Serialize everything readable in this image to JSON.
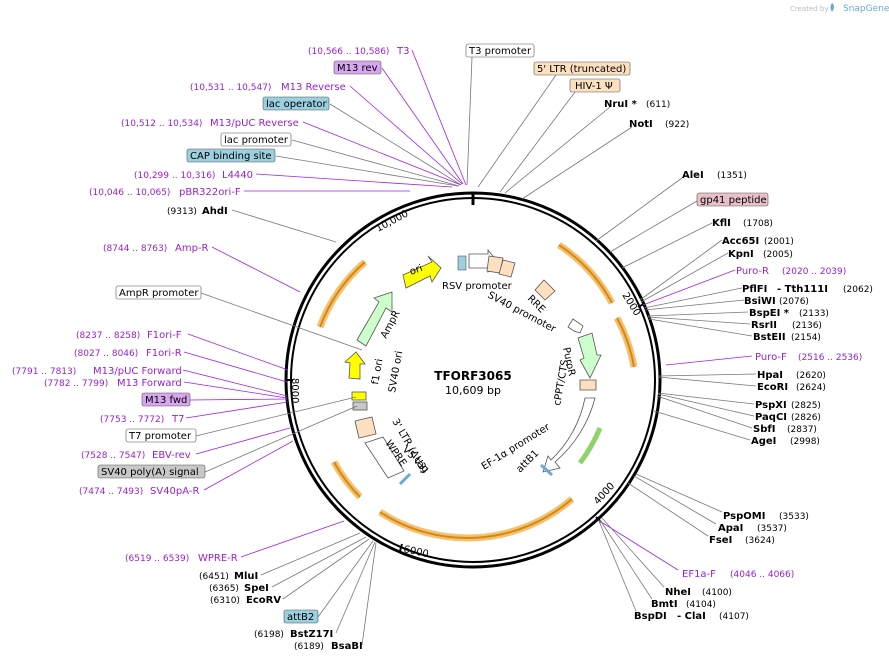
{
  "brand": {
    "created_by": "Created by",
    "app": "SnapGene"
  },
  "plasmid": {
    "name": "TFORF3065",
    "length": "10,609 bp"
  },
  "ticks": [
    "10,000",
    "2000",
    "4000",
    "6000",
    "8000"
  ],
  "inner_features": [
    "ori",
    "AmpR",
    "f1 ori",
    "SV40 ori",
    "RSV promoter",
    "SV40 promoter",
    "RRE",
    "PuroR",
    "cPPT/CTS",
    "EF-1α promoter",
    "attB1",
    "V5 tag",
    "WPRE",
    "3' LTR (ΔU3)"
  ],
  "left_labels": [
    {
      "coord": "(10,566 .. 10,586)",
      "name": "T3"
    },
    {
      "box": "M13 rev"
    },
    {
      "coord": "(10,531 .. 10,547)",
      "name": "M13 Reverse"
    },
    {
      "box": "lac operator"
    },
    {
      "coord": "(10,512 .. 10,534)",
      "name": "M13/pUC Reverse"
    },
    {
      "box": "lac promoter"
    },
    {
      "box": "CAP binding site"
    },
    {
      "coord": "(10,299 .. 10,316)",
      "name": "L4440"
    },
    {
      "coord": "(10,046 .. 10,065)",
      "name": "pBR322ori-F"
    },
    {
      "coord": "(9313)",
      "name": "AhdI"
    },
    {
      "coord": "(8744 .. 8763)",
      "name": "Amp-R"
    },
    {
      "box": "AmpR promoter"
    },
    {
      "coord": "(8237 .. 8258)",
      "name": "F1ori-F"
    },
    {
      "coord": "(8027 .. 8046)",
      "name": "F1ori-R"
    },
    {
      "coord": "(7791 .. 7813)",
      "name": "M13/pUC Forward"
    },
    {
      "coord": "(7782 .. 7799)",
      "name": "M13 Forward"
    },
    {
      "box": "M13 fwd"
    },
    {
      "coord": "(7753 .. 7772)",
      "name": "T7"
    },
    {
      "box": "T7 promoter"
    },
    {
      "coord": "(7528 .. 7547)",
      "name": "EBV-rev"
    },
    {
      "box": "SV40 poly(A) signal"
    },
    {
      "coord": "(7474 .. 7493)",
      "name": "SV40pA-R"
    },
    {
      "coord": "(6519 .. 6539)",
      "name": "WPRE-R"
    },
    {
      "coord": "(6451)",
      "name": "MluI"
    },
    {
      "coord": "(6365)",
      "name": "SpeI"
    },
    {
      "coord": "(6310)",
      "name": "EcoRV"
    },
    {
      "box": "attB2"
    },
    {
      "coord": "(6198)",
      "name": "BstZ17I"
    },
    {
      "coord": "(6189)",
      "name": "BsaBI"
    }
  ],
  "top_labels": [
    {
      "box": "T3 promoter"
    },
    {
      "box": "5' LTR (truncated)"
    },
    {
      "box": "HIV-1 Ψ"
    },
    {
      "name": "NruI *",
      "coord": "(611)"
    },
    {
      "name": "NotI",
      "coord": "(922)"
    }
  ],
  "right_labels": [
    {
      "name": "AleI",
      "coord": "(1351)"
    },
    {
      "box": "gp41 peptide"
    },
    {
      "name": "KflI",
      "coord": "(1708)"
    },
    {
      "name": "Acc65I",
      "coord": "(2001)"
    },
    {
      "name": "KpnI",
      "coord": "(2005)"
    },
    {
      "name": "Puro-R",
      "coord": "(2020 .. 2039)"
    },
    {
      "name": "PflFI",
      "name2": "- Tth111I",
      "coord": "(2062)"
    },
    {
      "name": "BsiWI",
      "coord": "(2076)"
    },
    {
      "name": "BspEI *",
      "coord": "(2133)"
    },
    {
      "name": "RsrII",
      "coord": "(2136)"
    },
    {
      "name": "BstEII",
      "coord": "(2154)"
    },
    {
      "name": "Puro-F",
      "coord": "(2516 .. 2536)"
    },
    {
      "name": "HpaI",
      "coord": "(2620)"
    },
    {
      "name": "EcoRI",
      "coord": "(2624)"
    },
    {
      "name": "PspXI",
      "coord": "(2825)"
    },
    {
      "name": "PaqCI",
      "coord": "(2826)"
    },
    {
      "name": "SbfI",
      "coord": "(2837)"
    },
    {
      "name": "AgeI",
      "coord": "(2998)"
    },
    {
      "name": "PspOMI",
      "coord": "(3533)"
    },
    {
      "name": "ApaI",
      "coord": "(3537)"
    },
    {
      "name": "FseI",
      "coord": "(3624)"
    },
    {
      "name": "EF1a-F",
      "coord": "(4046 .. 4066)"
    },
    {
      "name": "NheI",
      "coord": "(4100)"
    },
    {
      "name": "BmtI",
      "coord": "(4104)"
    },
    {
      "name": "BspDI",
      "name2": "- ClaI",
      "coord": "(4107)"
    }
  ],
  "colors": {
    "primer": "#9a22cc",
    "orange": "#f5a623",
    "ori": "#ffff00",
    "ampr": "#ccffcc",
    "blue_box": "#9ccfdf",
    "tan_box": "#fde0c0",
    "purple_box": "#d8a6f0",
    "grey_box": "#c8c8c8",
    "pink_box": "#e8c0c8"
  }
}
